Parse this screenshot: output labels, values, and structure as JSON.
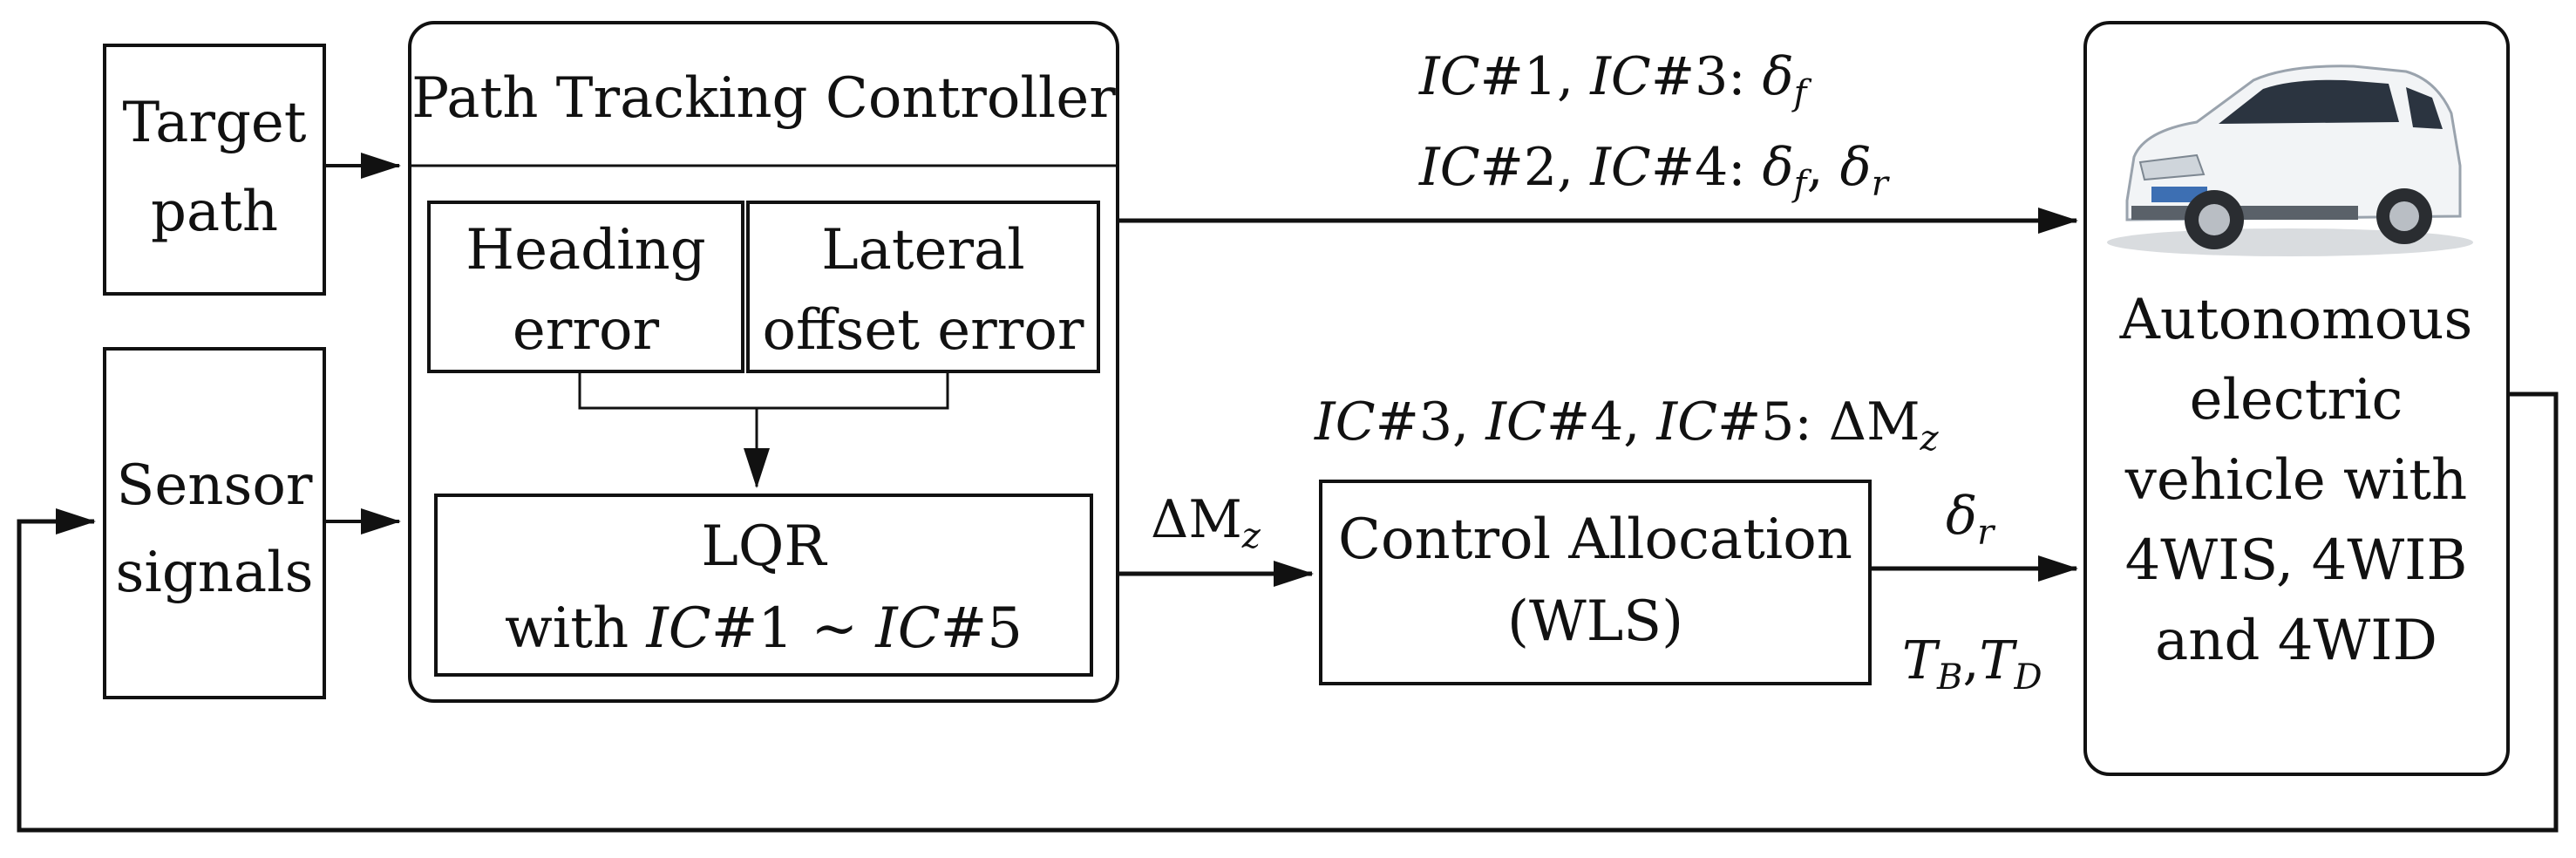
{
  "blocks": {
    "target_path": [
      "Target",
      "path"
    ],
    "sensor_signals": [
      "Sensor",
      "signals"
    ],
    "controller_title": "Path Tracking Controller",
    "heading_error": [
      "Heading",
      "error"
    ],
    "lateral_offset_error": [
      "Lateral",
      "offset error"
    ],
    "lqr": {
      "line1": "LQR",
      "line2_prefix": "with ",
      "ic_a": "IC",
      "ic_a_num": "#1 ~ ",
      "ic_b": "IC",
      "ic_b_num": "#5"
    },
    "control_allocation": [
      "Control Allocation",
      "(WLS)"
    ],
    "vehicle": [
      "Autonomous",
      "electric",
      "vehicle with",
      "4WIS, 4WIB",
      "and 4WID"
    ]
  },
  "signals": {
    "steer_case1": {
      "ic1": "IC",
      "ic1_num": "#1, ",
      "ic3": "IC",
      "ic3_num": "#3: ",
      "delta": "δ",
      "delta_sub": "f"
    },
    "steer_case2": {
      "ic2": "IC",
      "ic2_num": "#2, ",
      "ic4": "IC",
      "ic4_num": "#4: ",
      "delta1": "δ",
      "delta1_sub": "f",
      "sep": ", ",
      "delta2": "δ",
      "delta2_sub": "r"
    },
    "yaw_moment_case": {
      "ic3": "IC",
      "ic3_num": "#3, ",
      "ic4": "IC",
      "ic4_num": "#4, ",
      "ic5": "IC",
      "ic5_num": "#5: ",
      "dm": "ΔM",
      "dm_sub": "z"
    },
    "lqr_output": {
      "dm": "ΔM",
      "dm_sub": "z"
    },
    "ca_output_steer": {
      "delta": "δ",
      "delta_sub": "r"
    },
    "ca_output_torques": {
      "tb": "T",
      "tb_sub": "B",
      "sep": ",",
      "td": "T",
      "td_sub": "D"
    }
  },
  "images": {
    "vehicle_photo": "car-icon"
  },
  "colors": {
    "stroke": "#111111",
    "background": "#ffffff",
    "car_body": "#f2f4f6",
    "car_glass": "#2b3440"
  }
}
